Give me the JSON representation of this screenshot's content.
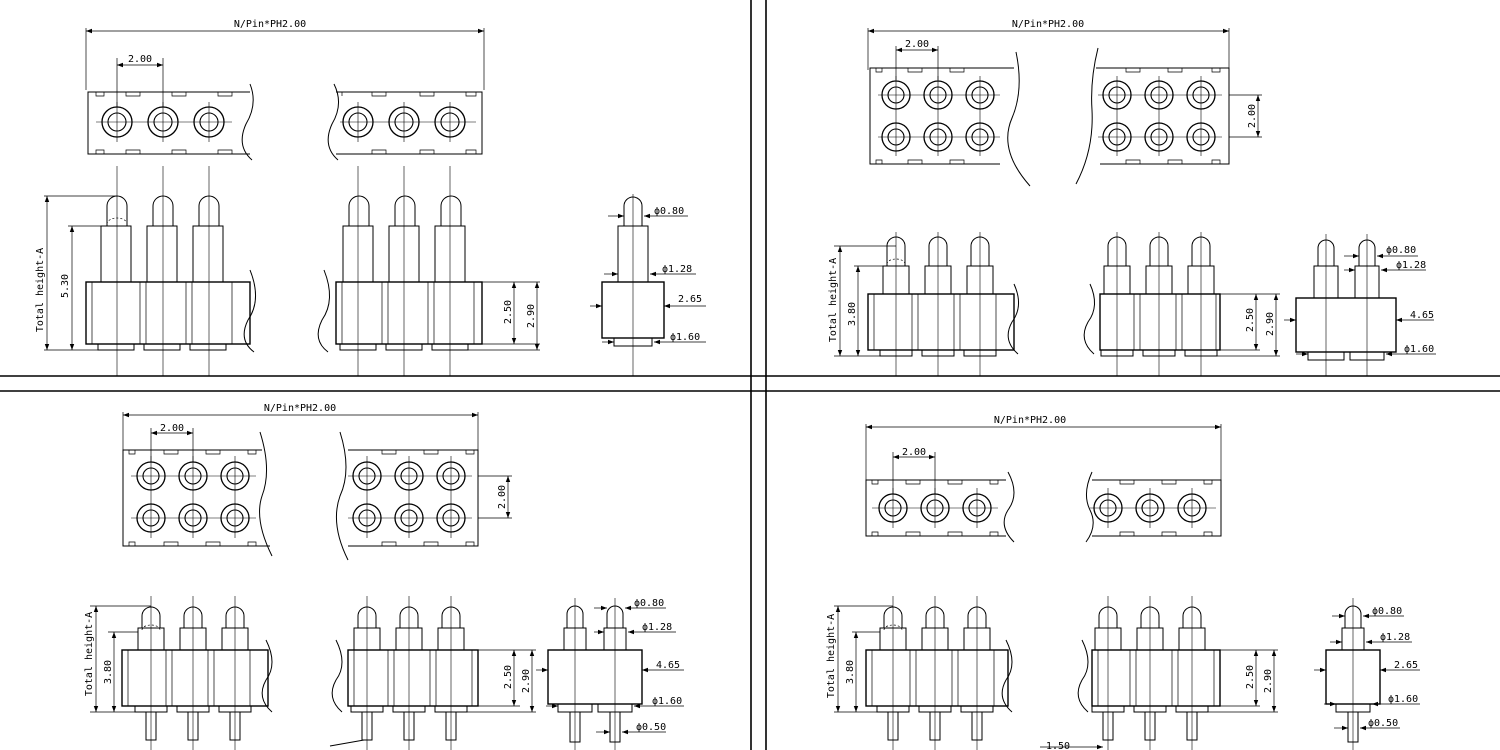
{
  "quadrants": {
    "q1": {
      "pitch_total_label": "N/Pin*PH2.00",
      "pitch_label": "2.00",
      "total_height_label": "Total height-A",
      "height_value": "5.30",
      "body_dim_1": "2.50",
      "body_dim_2": "2.90",
      "tip_diameter": "ϕ0.80",
      "barrel_diameter": "ϕ1.28",
      "body_width": "2.65",
      "base_diameter": "ϕ1.60"
    },
    "q2": {
      "pitch_total_label": "N/Pin*PH2.00",
      "pitch_label": "2.00",
      "row_pitch_label": "2.00",
      "total_height_label": "Total height-A",
      "height_value": "3.80",
      "body_dim_1": "2.50",
      "body_dim_2": "2.90",
      "tip_diameter": "ϕ0.80",
      "barrel_diameter": "ϕ1.28",
      "body_width": "4.65",
      "base_diameter": "ϕ1.60"
    },
    "q3": {
      "pitch_total_label": "N/Pin*PH2.00",
      "pitch_label": "2.00",
      "row_pitch_label": "2.00",
      "total_height_label": "Total height-A",
      "height_value": "3.80",
      "body_dim_1": "2.50",
      "body_dim_2": "2.90",
      "tip_diameter": "ϕ0.80",
      "barrel_diameter": "ϕ1.28",
      "body_width": "4.65",
      "base_diameter": "ϕ1.60",
      "tail_diameter": "ϕ0.50"
    },
    "q4": {
      "pitch_total_label": "N/Pin*PH2.00",
      "pitch_label": "2.00",
      "total_height_label": "Total height-A",
      "height_value": "3.80",
      "body_dim_1": "2.50",
      "body_dim_2": "2.90",
      "tip_diameter": "ϕ0.80",
      "barrel_diameter": "ϕ1.28",
      "body_width": "2.65",
      "base_diameter": "ϕ1.60",
      "tail_diameter": "ϕ0.50",
      "partial_label": "1.50"
    }
  }
}
